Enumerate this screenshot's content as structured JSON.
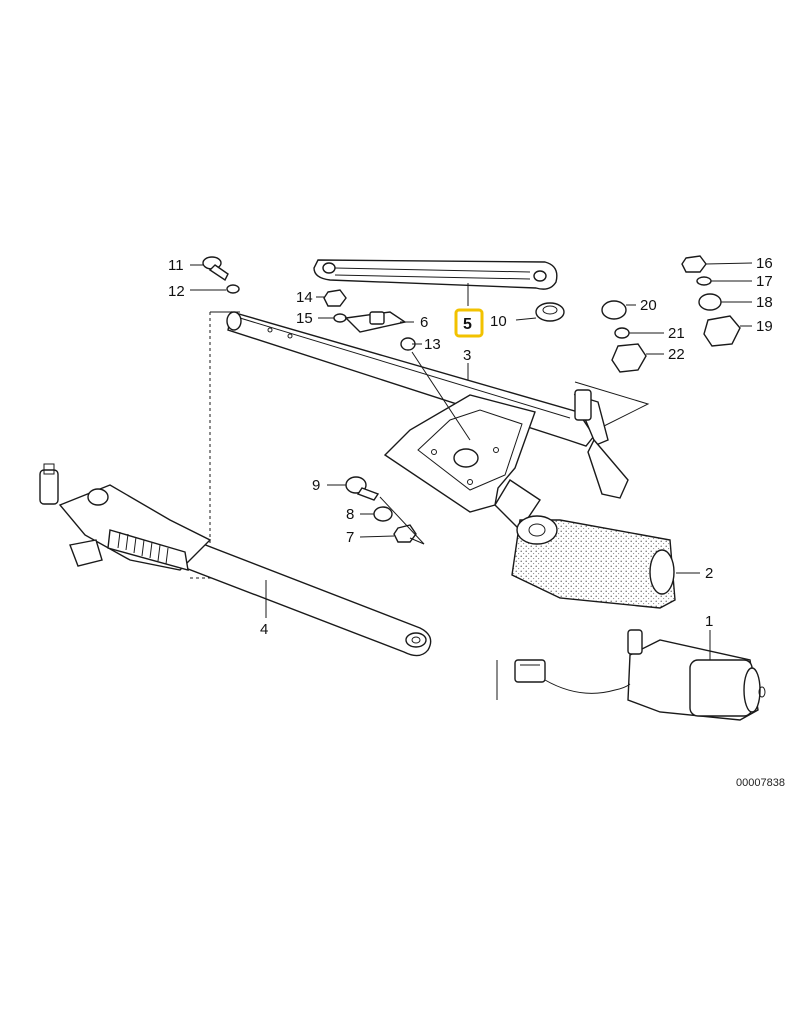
{
  "diagram": {
    "reference_code": "00007838",
    "highlight_color": "#f2c200",
    "highlighted_callout": "5",
    "callouts": {
      "c1": "1",
      "c2": "2",
      "c3": "3",
      "c4": "4",
      "c5": "5",
      "c6": "6",
      "c7": "7",
      "c8": "8",
      "c9": "9",
      "c10": "10",
      "c11": "11",
      "c12": "12",
      "c13": "13",
      "c14": "14",
      "c15": "15",
      "c16": "16",
      "c17": "17",
      "c18": "18",
      "c19": "19",
      "c20": "20",
      "c21": "21",
      "c22": "22"
    }
  }
}
